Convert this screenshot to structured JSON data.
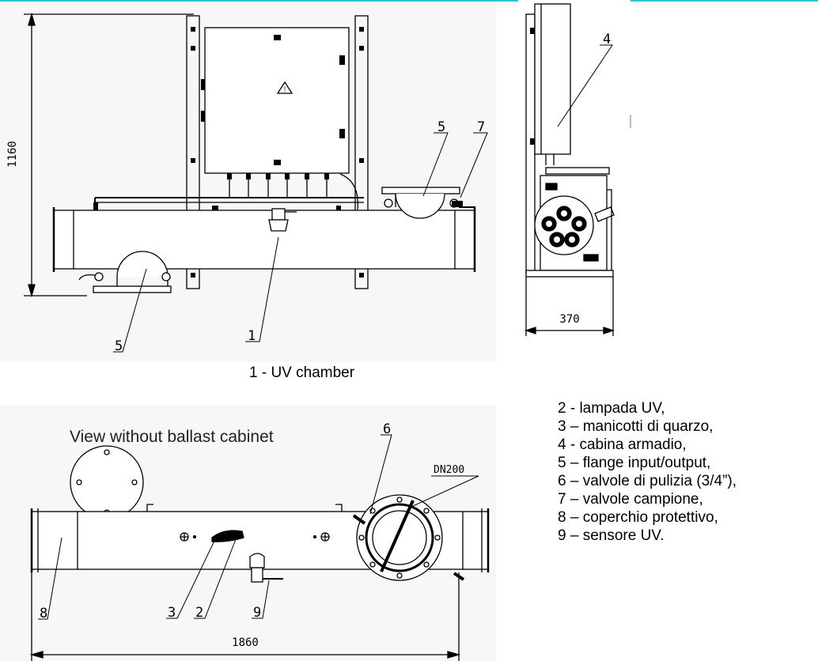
{
  "callouts": {
    "front": {
      "c1": "1",
      "c5_left": "5",
      "c5_right": "5",
      "c7": "7"
    },
    "side": {
      "c4": "4"
    },
    "top": {
      "c2": "2",
      "c3": "3",
      "c6": "6",
      "c8": "8",
      "c9": "9",
      "dn": "DN200"
    }
  },
  "dimensions": {
    "height": "1160",
    "width": "370",
    "length": "1860"
  },
  "captions": {
    "front": "1 - UV chamber",
    "top_view": "View without ballast cabinet"
  },
  "legend": [
    "2 -  lampada UV,",
    "3 – manicotti di quarzo,",
    "4 -  cabina armadio,",
    "5 – flange input/output,",
    "6 – valvole di pulizia (3/4”),",
    "7 – valvole campione,",
    "8 – coperchio protettivo,",
    "9 – sensore UV."
  ],
  "colors": {
    "accent_line": "#2ec4d6",
    "figure_background": "#f7f7f7",
    "line": "#000000"
  }
}
